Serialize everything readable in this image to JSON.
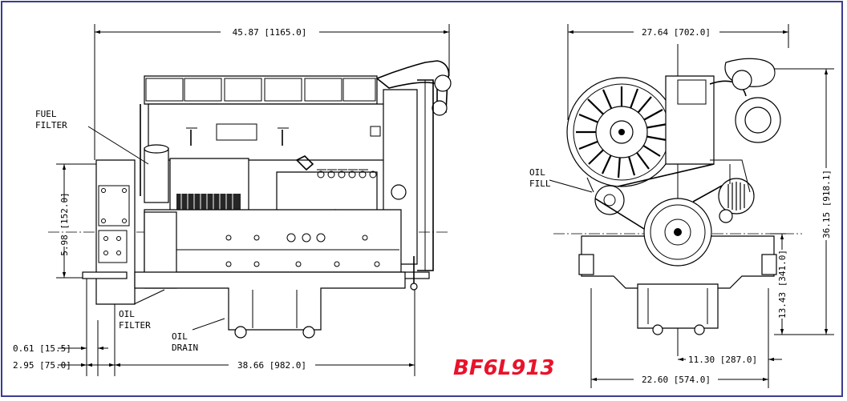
{
  "model": "BF6L913",
  "dimensions": {
    "side_length": "45.87 [1165.0]",
    "side_height": "5.98 [152.0]",
    "flywheel_offset": "0.61 [15.5]",
    "mount_offset": "2.95 [75.0]",
    "mount_span": "38.66 [982.0]",
    "front_width": "27.64 [702.0]",
    "front_height": "36.15 [918.1]",
    "crank_height": "13.43 [341.0]",
    "half_base": "11.30 [287.0]",
    "base_width": "22.60 [574.0]"
  },
  "callouts": {
    "fuel_filter_1": "FUEL",
    "fuel_filter_2": "FILTER",
    "oil_filter_1": "OIL",
    "oil_filter_2": "FILTER",
    "oil_drain_1": "OIL",
    "oil_drain_2": "DRAIN",
    "oil_fill_1": "OIL",
    "oil_fill_2": "FILL"
  }
}
